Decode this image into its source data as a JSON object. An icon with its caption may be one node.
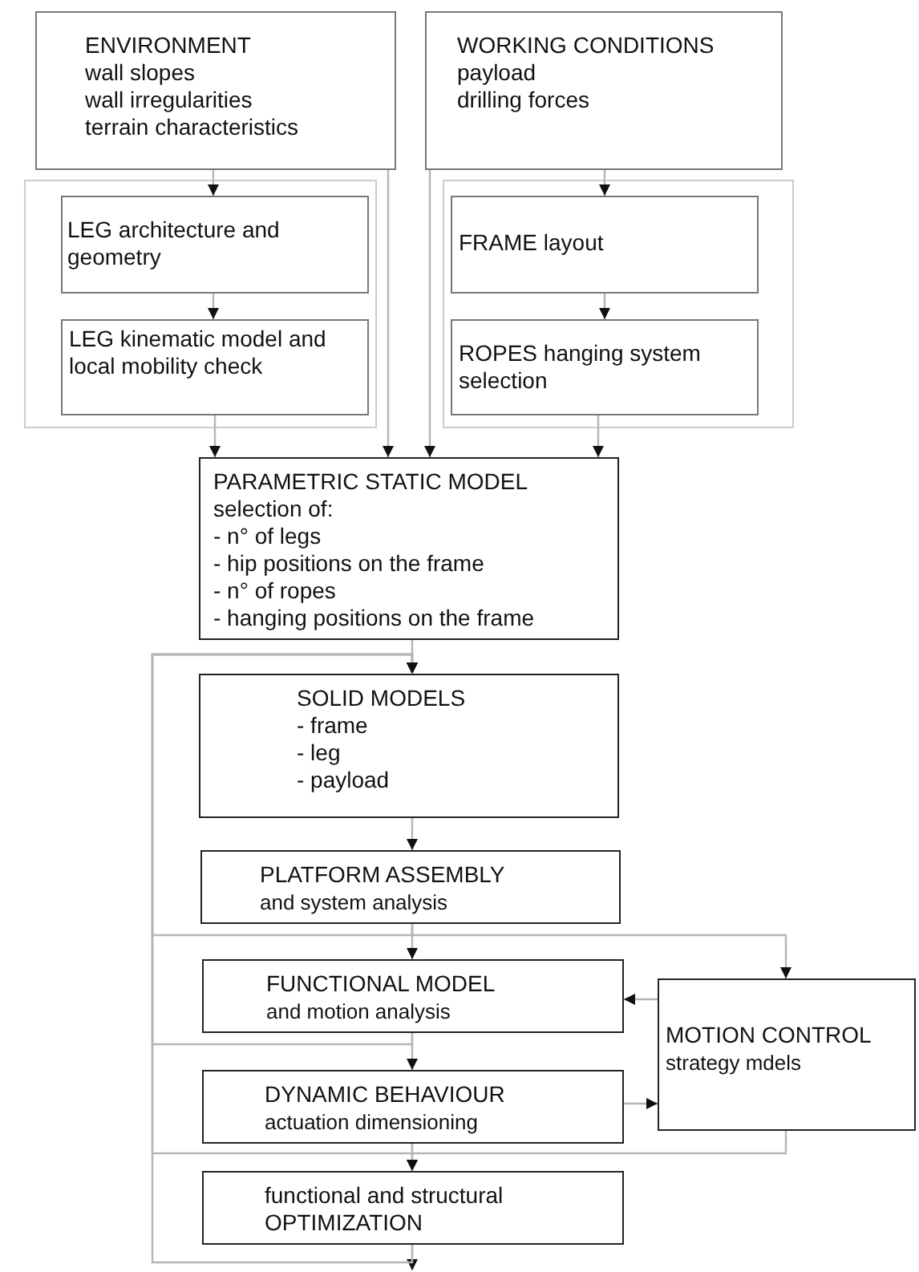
{
  "diagram": {
    "nodes": [
      {
        "text": [
          "ENVIRONMENT",
          "wall slopes",
          "wall irregularities",
          "terrain characteristics"
        ]
      },
      {
        "text": [
          "WORKING CONDITIONS",
          "payload",
          "drilling forces"
        ]
      },
      {
        "text": [],
        "shape": "box"
      },
      {
        "text": [
          "LEG architecture and geometry"
        ],
        "in": 2
      },
      {
        "text": [
          "LEG kinematic model and local mobility check"
        ],
        "in": 2
      },
      {
        "text": [],
        "shape": "box"
      },
      {
        "text": [
          "FRAME layout"
        ],
        "in": 5
      },
      {
        "text": [
          "ROPES hanging system selection"
        ],
        "in": 5
      },
      {
        "text": [
          "PARAMETRIC STATIC MODEL",
          "selection of:",
          "- n° of legs",
          "- hip positions on the frame",
          "- n° of ropes",
          "- hanging positions on the frame"
        ]
      },
      {
        "text": [
          "SOLID MODELS",
          "- frame",
          "- leg",
          "- payload"
        ]
      },
      {
        "text": [
          "PLATFORM ASSEMBLY",
          "and system analysis"
        ]
      },
      {
        "text": [
          "FUNCTIONAL MODEL",
          "and motion analysis"
        ]
      },
      {
        "text": [
          "DYNAMIC BEHAVIOUR",
          "actuation dimensioning"
        ]
      },
      {
        "text": [
          "MOTION CONTROL",
          "strategy mdels"
        ]
      },
      {
        "text": [
          "functional and structural OPTIMIZATION"
        ]
      }
    ],
    "edges": [
      {
        "from": 0,
        "to": 3,
        "arrow": "to"
      },
      {
        "from": 3,
        "to": 4,
        "arrow": "to"
      },
      {
        "from": 1,
        "to": 6,
        "arrow": "to"
      },
      {
        "from": 6,
        "to": 7,
        "arrow": "to"
      },
      {
        "from": 4,
        "to": 8,
        "arrow": "to"
      },
      {
        "from": 0,
        "to": 8,
        "arrow": "to"
      },
      {
        "from": 1,
        "to": 8,
        "arrow": "to"
      },
      {
        "from": 7,
        "to": 8,
        "arrow": "to"
      },
      {
        "from": 8,
        "to": 9,
        "arrow": "to"
      },
      {
        "from": 9,
        "to": 10,
        "arrow": "to"
      },
      {
        "from": 10,
        "to": 11,
        "arrow": "to"
      },
      {
        "from": 10,
        "to": 13,
        "arrow": "to"
      },
      {
        "from": 13,
        "to": 11,
        "arrow": "to"
      },
      {
        "from": 11,
        "to": 12,
        "arrow": "to"
      },
      {
        "from": 12,
        "to": 13,
        "arrow": "to"
      },
      {
        "from": 12,
        "to": 14,
        "arrow": "to"
      },
      {
        "from": 13,
        "to": 14,
        "arrow": "to"
      },
      {
        "from": 14,
        "to": null,
        "arrow": "to"
      },
      {
        "from": 10,
        "to": 9,
        "arrow": "to"
      },
      {
        "from": 11,
        "to": 9,
        "arrow": "to"
      },
      {
        "from": 12,
        "to": 9,
        "arrow": "to"
      },
      {
        "from": 14,
        "to": 9,
        "arrow": "to"
      }
    ]
  }
}
